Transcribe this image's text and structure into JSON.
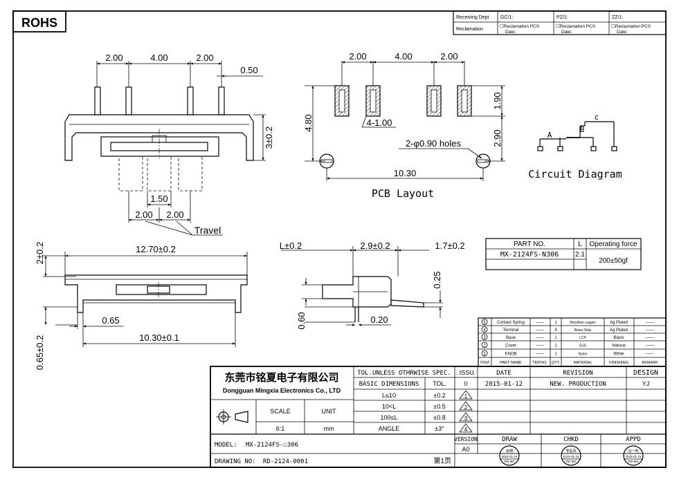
{
  "badge": "ROHS",
  "header_table": {
    "row1": [
      "Receiving Dept",
      "GC/1:",
      "PZ/1:",
      "ZZ/1:"
    ],
    "row2_label": "Reclamation",
    "row2_cells": [
      "☐Reclamation  PCS",
      "Date:",
      "☐Reclamation  PCS",
      "Date:",
      "☐Reclamation  PCS",
      "Date:"
    ]
  },
  "side_view": {
    "dims_top": [
      "2.00",
      "4.00",
      "2.00"
    ],
    "dim_pin": "0.50",
    "dim_height": "3±0.2",
    "dim_knob": "1.50",
    "dims_travel": [
      "2.00",
      "2.00"
    ],
    "travel_label": "Travel"
  },
  "pcb": {
    "dims_top": [
      "2.00",
      "4.00",
      "2.00"
    ],
    "dim_pad_h": "1.90",
    "dim_pad_gap": "2.90",
    "dim_height": "4.80",
    "pads_label": "4-1.00",
    "holes_label": "2-φ0.90 holes",
    "dim_width": "10.30",
    "caption": "PCB Layout"
  },
  "circuit": {
    "labels": [
      "A",
      "B",
      "c"
    ],
    "caption": "Circuit Diagram"
  },
  "front_view": {
    "dim_side": "2±0.2",
    "dim_width": "12.70±0.2",
    "dim_leg": "0.65",
    "dim_base": "10.30±0.1",
    "dim_bottom": "0.65±0.2"
  },
  "end_view": {
    "dims_top": [
      "L±0.2",
      "2.9±0.2",
      "1.7±0.2"
    ],
    "dim_right": "0.25",
    "dim_left": "0.60",
    "dim_lead": "0.20"
  },
  "part_table": {
    "headers": [
      "PART NO.",
      "L",
      "Operating force"
    ],
    "part_no": "MX-2124FS-N306",
    "l_value": "2.1",
    "force": "200±50gf"
  },
  "bom": {
    "rows": [
      [
        "5",
        "Contact Spring",
        "——",
        "1",
        "Beryllium copper",
        "Ag Plated",
        "——"
      ],
      [
        "4",
        "Terminal",
        "——",
        "4",
        "Brass Strip",
        "Ag Plated",
        "——"
      ],
      [
        "3",
        "Base",
        "——",
        "1",
        "LCP",
        "Black",
        "——"
      ],
      [
        "2",
        "Cover",
        "——",
        "1",
        "SUS",
        "Natural",
        "——"
      ],
      [
        "1",
        "KNOB",
        "——",
        "1",
        "Nylon",
        "White",
        "——"
      ]
    ],
    "headers": [
      "ITEM",
      "PART NAME",
      "TER'NO.",
      "QTY.",
      "MATERIAL",
      "FINISHING",
      "REMARK"
    ]
  },
  "title_block": {
    "company_cn": "东莞市铭夏电子有限公司",
    "company_en": "Dongguan Mingxia Electronics Co., LTD",
    "tol_header": "TOL.UNLESS OTHRWISE SPEC.",
    "basic_dims": "BASIC DIMENSIONS",
    "tol_label": "TOL.",
    "tol_rows": [
      [
        "L≤10",
        "±0.2"
      ],
      [
        "10<L",
        "±0.5"
      ],
      [
        "100≤L",
        "±0.8"
      ],
      [
        "ANGLE",
        "±3°"
      ]
    ],
    "scale_label": "SCALE",
    "unit_label": "UNIT",
    "scale_value": "6:1",
    "unit_value": "mm",
    "issu_label": ". ISSU.",
    "issu_value": "0",
    "issu_marks": [
      "1",
      "2",
      "3",
      "4"
    ],
    "date_label": "DATE",
    "date_value": "2015-01-12",
    "revision_label": "REVISION",
    "revision_value": "NEW. PRODUCTION",
    "design_label": "DESIGN",
    "design_value": "YJ",
    "model_label": "MODEL:",
    "model_value": "MX-2124FS-☐306",
    "version_label": "VERSION",
    "version_value": "A0",
    "drawing_label": "DRAWING NO:",
    "drawing_value": "RD-2124-0001",
    "page_label": "第1页",
    "draw_label": "DRAW",
    "chkd_label": "CHKD",
    "appd_label": "APPD",
    "stamp_names": [
      "余翔",
      "李星风",
      "马一鸣"
    ],
    "stamp_date": "2015-01-15",
    "stamp_dept": "RD-MX"
  }
}
